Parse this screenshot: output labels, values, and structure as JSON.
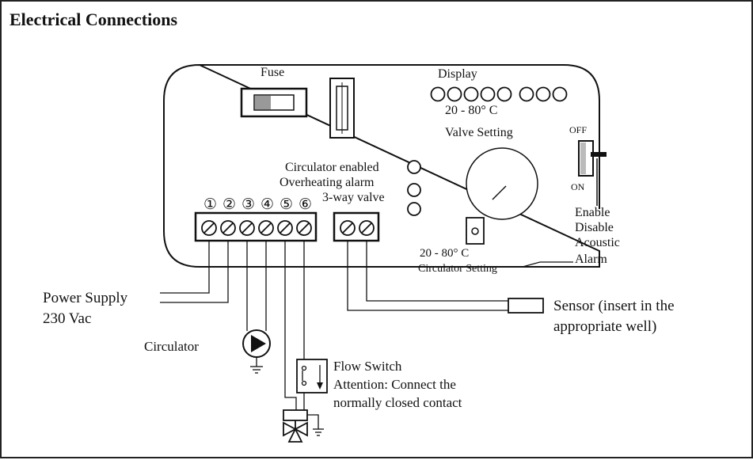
{
  "title": "Electrical Connections",
  "labels": {
    "fuse": "Fuse",
    "display": "Display",
    "display_range": "20 - 80° C",
    "valve_setting": "Valve Setting",
    "off": "OFF",
    "on": "ON",
    "circulator_enabled": "Circulator enabled",
    "overheating_alarm": "Overheating alarm",
    "three_way_valve": "3-way valve",
    "acoustic_alarm": [
      "Enable",
      "Disable",
      "Acoustic",
      "Alarm"
    ],
    "circ_range": "20 - 80° C",
    "circ_setting": "Circulator Setting",
    "power_supply": "Power Supply",
    "power_voltage": "230 Vac",
    "circulator": "Circulator",
    "sensor": [
      "Sensor (insert in the",
      "appropriate well)"
    ],
    "flow_switch": [
      "Flow Switch",
      "Attention: Connect the",
      "normally closed contact"
    ],
    "terminal_numbers": [
      "①",
      "②",
      "③",
      "④",
      "⑤",
      "⑥"
    ]
  }
}
